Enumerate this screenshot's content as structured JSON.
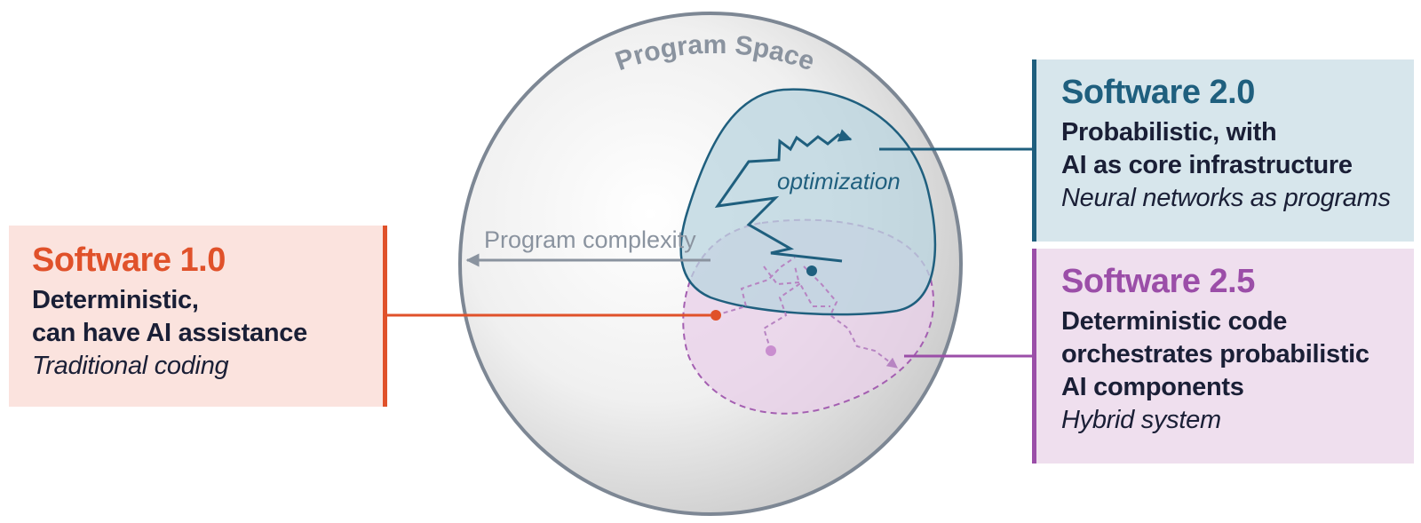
{
  "diagram": {
    "space_label": "Program Space",
    "complexity_label": "Program complexity",
    "optimization_label": "optimization"
  },
  "boxes": {
    "sw1": {
      "title": "Software 1.0",
      "line1": "Deterministic,",
      "line2": "can have AI assistance",
      "subtitle": "Traditional coding"
    },
    "sw2": {
      "title": "Software 2.0",
      "line1": "Probabilistic, with",
      "line2": "AI as core infrastructure",
      "subtitle": "Neural networks as programs"
    },
    "sw25": {
      "title": "Software 2.5",
      "line1": "Deterministic code",
      "line2": "orchestrates probabilistic",
      "line3": "AI components",
      "subtitle": "Hybrid system"
    }
  },
  "colors": {
    "sw1_accent": "#e0512a",
    "sw2_accent": "#1f5f7e",
    "sw25_accent": "#9b4ea8",
    "sphere_outline": "#7d8794",
    "label_gray": "#8a939f"
  }
}
